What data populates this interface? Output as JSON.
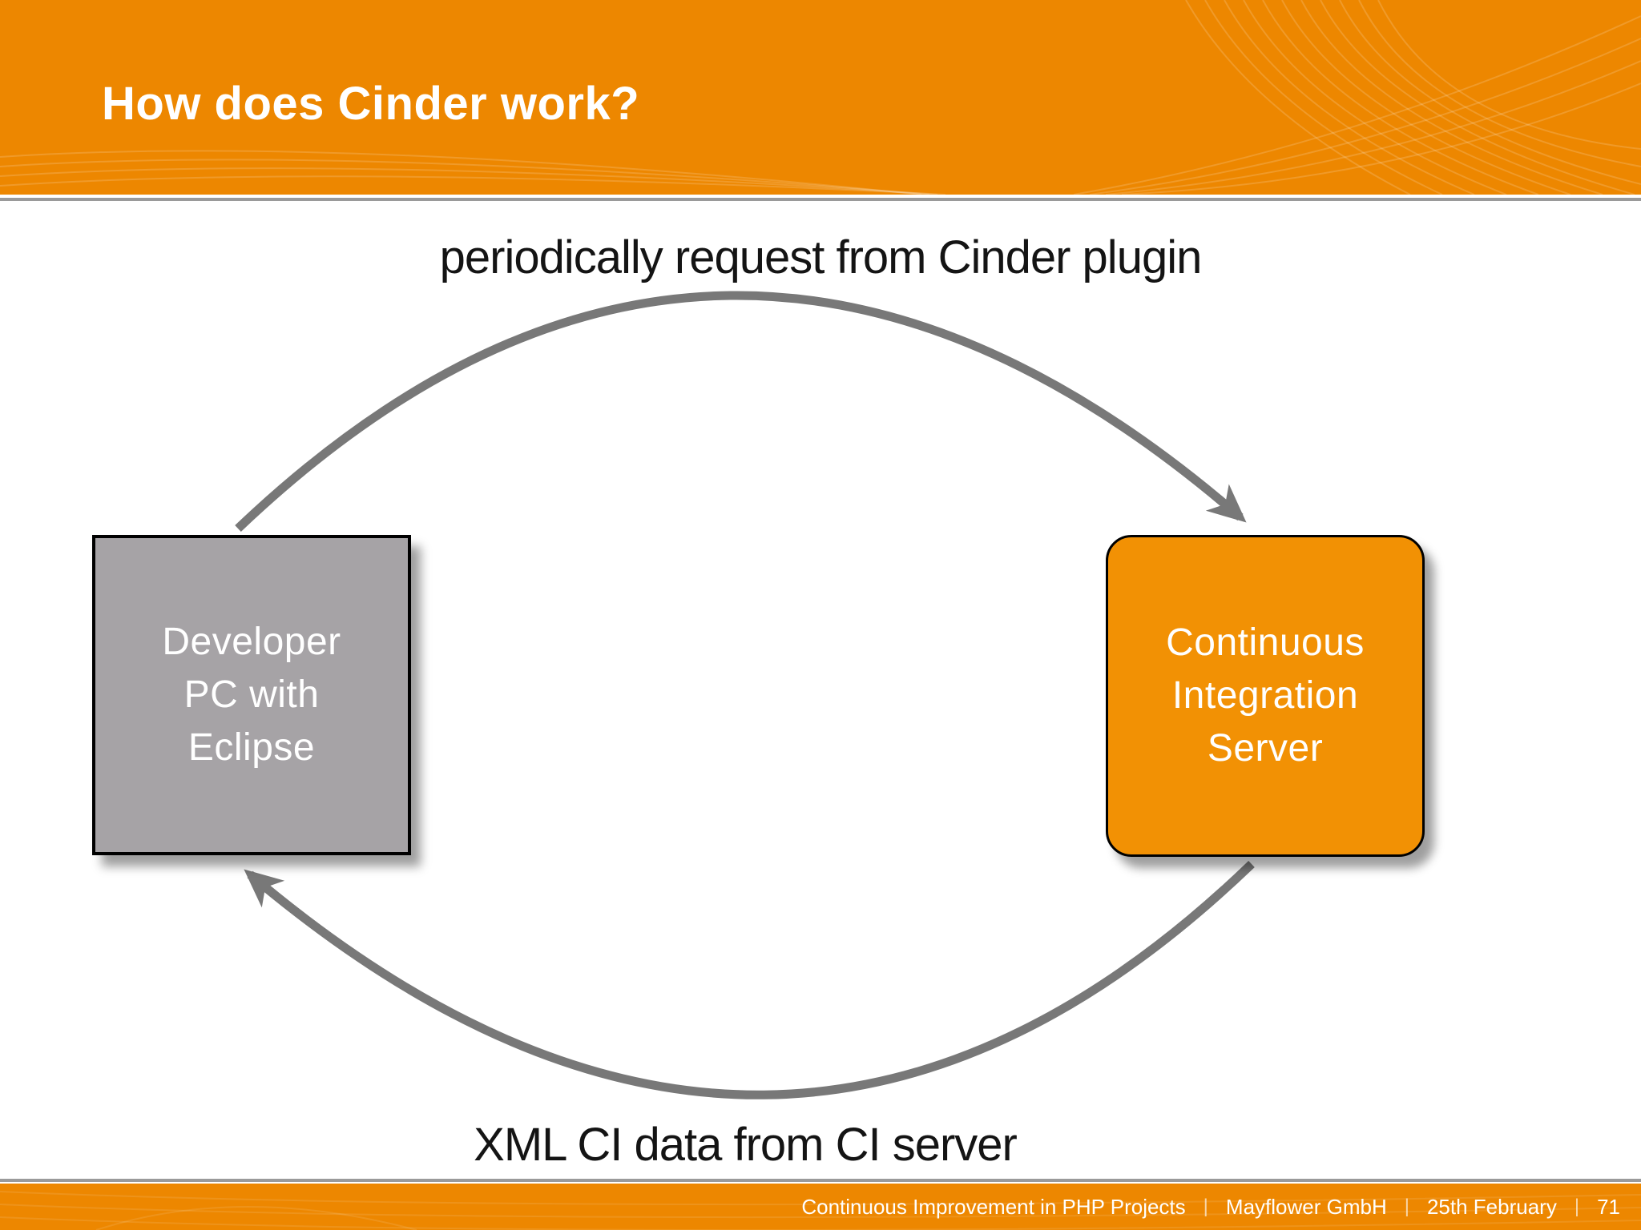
{
  "header": {
    "title": "How does Cinder work?"
  },
  "diagram": {
    "top_arrow_label": "periodically request from Cinder plugin",
    "bottom_arrow_label": "XML CI data from CI server",
    "left_node": {
      "lines": [
        "Developer",
        "PC with",
        "Eclipse"
      ]
    },
    "right_node": {
      "lines": [
        "Continuous",
        "Integration",
        "Server"
      ]
    },
    "arrows": [
      {
        "from": "developer-pc-box",
        "to": "ci-server-box",
        "label": "periodically request from Cinder plugin"
      },
      {
        "from": "ci-server-box",
        "to": "developer-pc-box",
        "label": "XML CI data from CI server"
      }
    ]
  },
  "footer": {
    "items": [
      "Continuous Improvement in PHP Projects",
      "Mayflower GmbH",
      "25th February",
      "71"
    ],
    "separator": "|"
  },
  "colors": {
    "header_orange": "#ED8700",
    "node_orange": "#F29104",
    "node_gray": "#A6A3A6",
    "arrow_gray": "#787878",
    "label_black": "#141414",
    "divider_gray": "#9a9a9a",
    "text_white": "#FFFFFF"
  }
}
